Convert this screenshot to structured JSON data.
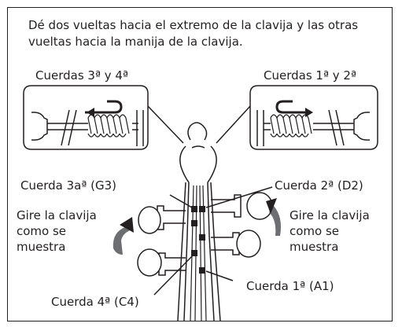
{
  "instruction": "Dé dos vueltas hacia el extremo de la clavija y las otras vueltas hacia la manija de la clavija.",
  "callouts": {
    "left_title": "Cuerdas 3ª y 4ª",
    "right_title": "Cuerdas 1ª y 2ª"
  },
  "labels": {
    "string_3": "Cuerda 3aª (G3)",
    "string_2": "Cuerda 2ª (D2)",
    "string_1": "Cuerda 1ª (A1)",
    "string_4": "Cuerda 4ª (C4)",
    "turn_left": "Gire la clavija\ncomo se\nmuestra",
    "turn_right": "Gire la clavija\ncomo se\nmuestra"
  },
  "icons": [
    "u-turn-arrow-left-icon",
    "u-turn-arrow-right-icon",
    "curved-turn-arrow-icon"
  ]
}
